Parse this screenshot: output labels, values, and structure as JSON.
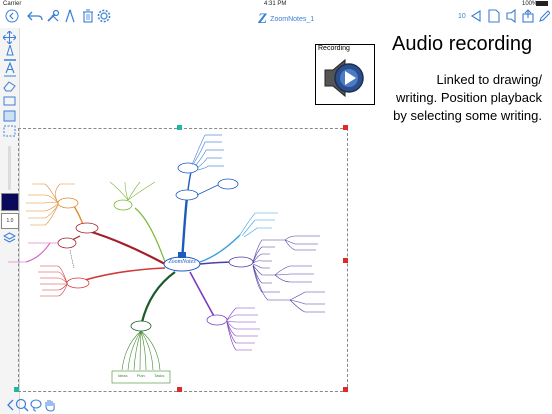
{
  "status_bar": {
    "carrier": "Carrier",
    "time": "4:31 PM",
    "battery": "100%"
  },
  "toolbar": {
    "title_logo": "Z",
    "title": "ZoomNotes_1",
    "page_count": "10",
    "left_icons": [
      "back-icon",
      "undo-icon",
      "tools-icon",
      "trash-icon",
      "settings-icon"
    ],
    "right_icons": [
      "prev-page-icon",
      "new-page-icon",
      "share-icon",
      "export-icon",
      "edit-icon"
    ]
  },
  "sidebar": {
    "tools": [
      "move-tool-icon",
      "pen-tool-icon",
      "text-tool-icon",
      "eraser-tool-icon",
      "shapes-tool-icon",
      "fill-tool-icon",
      "select-tool-icon",
      "layers-tool-icon"
    ],
    "pen_color": "#0a0a5c",
    "pen_size": "1.0"
  },
  "audio": {
    "label": "Recording"
  },
  "annotation": {
    "heading": "Audio recording",
    "body": "Linked to drawing/ writing. Position playback by selecting some writing."
  },
  "mindmap": {
    "center": "ZoomNotes",
    "bottom_labels": [
      "Ideas",
      "Plan",
      "Tasks"
    ],
    "colors": {
      "center_blue": "#1e5bbf",
      "purple": "#7a3cc2",
      "dark_red": "#a3202a",
      "red": "#d23a3a",
      "green": "#3f8a2e",
      "lime": "#7ab832",
      "orange": "#e08a2c",
      "pink": "#d44bb8",
      "cyan_blue": "#3aa0e0",
      "teal": "#2f9e9e"
    }
  }
}
